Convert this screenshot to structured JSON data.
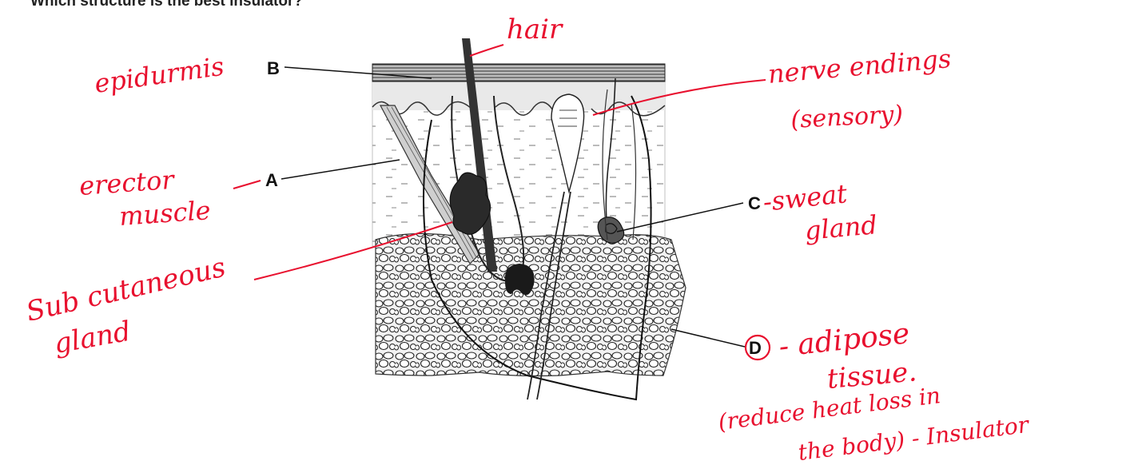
{
  "question": "Which structure is the best insulator?",
  "labels": {
    "A": "A",
    "B": "B",
    "C": "C",
    "D": "D"
  },
  "annotations": {
    "hair": "hair",
    "epidermis": "epidurmis",
    "nerve_line1": "nerve endings",
    "nerve_line2": "(sensory)",
    "erector_line1": "erector",
    "erector_line2": "muscle",
    "subcutaneous_line1": "Sub cutaneous",
    "subcutaneous_line2": "gland",
    "sweat_line1": "-sweat",
    "sweat_line2": "gland",
    "adipose_line1": "- adipose",
    "adipose_line2": "tissue.",
    "note_line1": "(reduce heat loss in",
    "note_line2": "the body) - Insulator"
  },
  "colors": {
    "annotation": "#e8102e",
    "diagram": "#1a1a1a"
  }
}
